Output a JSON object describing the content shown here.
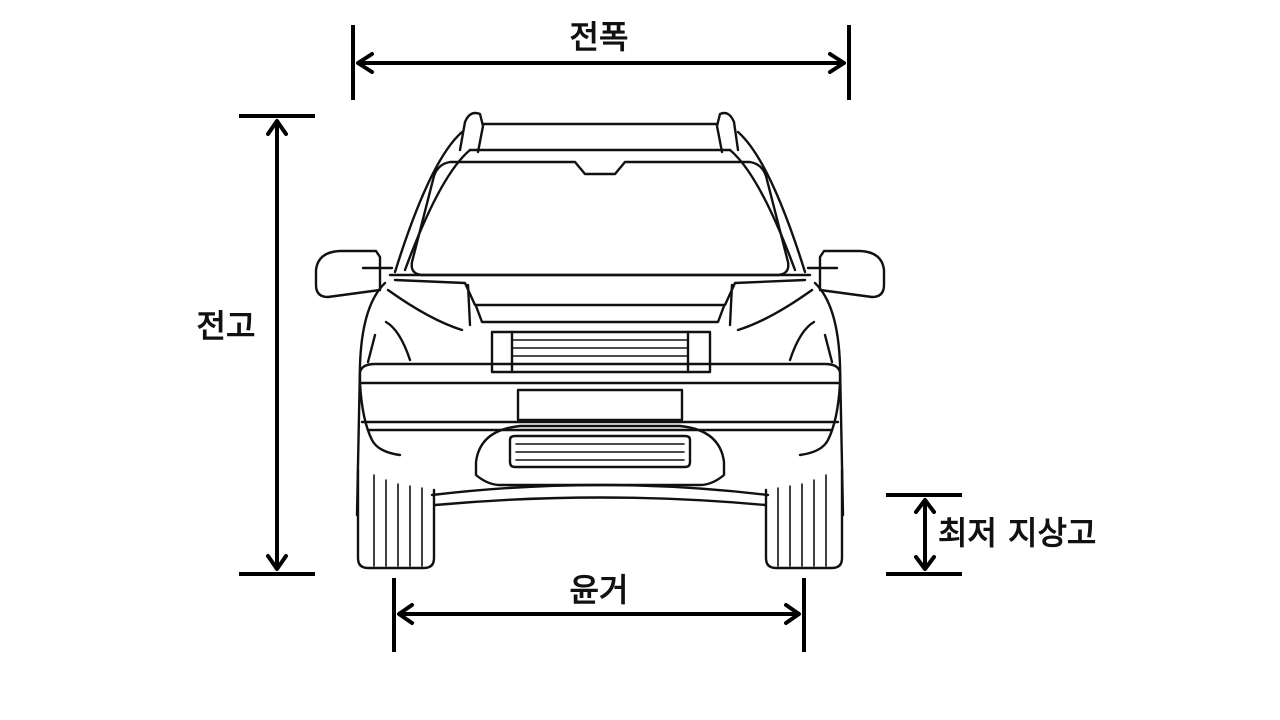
{
  "labels": {
    "width": "전폭",
    "height": "전고",
    "track": "윤거",
    "ground_clearance": "최저 지상고"
  },
  "icons": {
    "vehicle": "suv-front-view-icon"
  },
  "colors": {
    "line": "#000000",
    "background": "#ffffff"
  }
}
